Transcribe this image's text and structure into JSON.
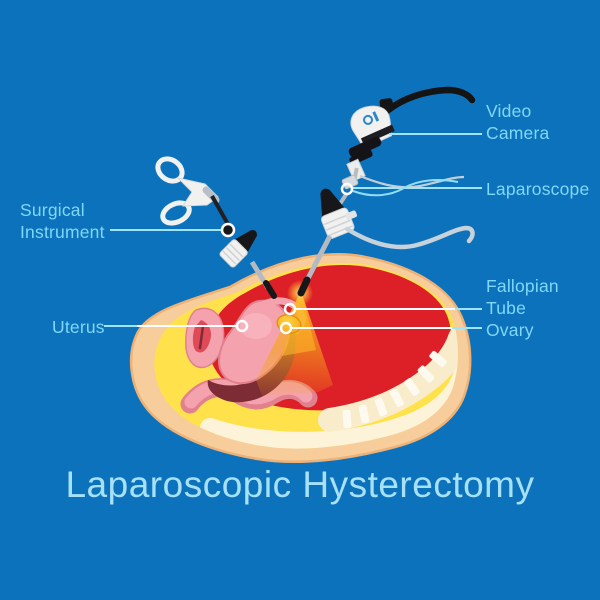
{
  "title": "Laparoscopic Hysterectomy",
  "labels": {
    "video_camera": {
      "line1": "Video",
      "line2": "Camera"
    },
    "laparoscope": {
      "text": "Laparoscope"
    },
    "surgical_instrument": {
      "line1": "Surgical",
      "line2": "Instrument"
    },
    "uterus": {
      "text": "Uterus"
    },
    "fallopian_tube": {
      "line1": "Fallopian",
      "line2": "Tube"
    },
    "ovary": {
      "text": "Ovary"
    }
  },
  "colors": {
    "background": "#0d72bc",
    "label_text": "#7fd8f6",
    "title_text": "#a6e1f8",
    "connector_cyan": "#9fe4f8",
    "connector_white": "#ffffff",
    "skin": "#f8cd9c",
    "fat_yellow": "#fee14b",
    "cavity_red": "#dd2027",
    "organ_pink": "#f4a3ae",
    "organ_dark_maroon": "#7d2b35",
    "bone_cream": "#fdf3d8",
    "light_beam_orange": "#f6a21a",
    "instrument_white": "#f1f2f0",
    "instrument_black": "#17171a",
    "cable_gray": "#c8d2da"
  }
}
